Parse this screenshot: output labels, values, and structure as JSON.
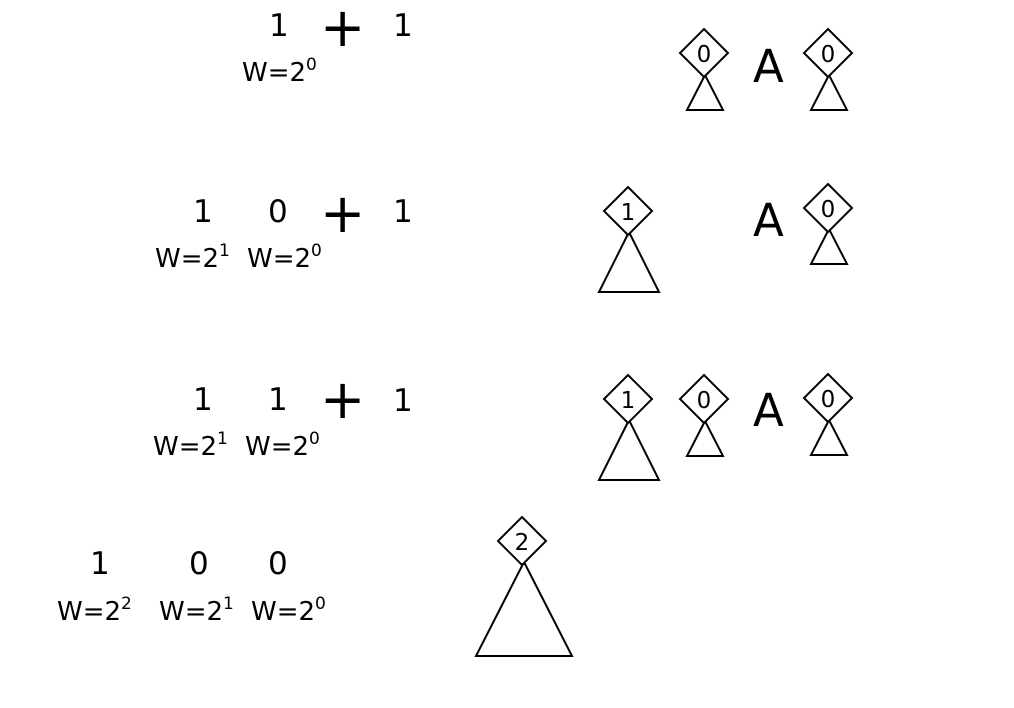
{
  "rows": [
    {
      "digits": [
        "1"
      ],
      "weights": [
        {
          "base": "W=2",
          "exp": "0"
        }
      ],
      "plus": "+",
      "addend": "1",
      "tree_ranks": [
        "0"
      ],
      "op": "A",
      "addend_tree_rank": "0"
    },
    {
      "digits": [
        "1",
        "0"
      ],
      "weights": [
        {
          "base": "W=2",
          "exp": "1"
        },
        {
          "base": "W=2",
          "exp": "0"
        }
      ],
      "plus": "+",
      "addend": "1",
      "tree_ranks": [
        "1"
      ],
      "op": "A",
      "addend_tree_rank": "0"
    },
    {
      "digits": [
        "1",
        "1"
      ],
      "weights": [
        {
          "base": "W=2",
          "exp": "1"
        },
        {
          "base": "W=2",
          "exp": "0"
        }
      ],
      "plus": "+",
      "addend": "1",
      "tree_ranks": [
        "1",
        "0"
      ],
      "op": "A",
      "addend_tree_rank": "0"
    },
    {
      "digits": [
        "1",
        "0",
        "0"
      ],
      "weights": [
        {
          "base": "W=2",
          "exp": "2"
        },
        {
          "base": "W=2",
          "exp": "1"
        },
        {
          "base": "W=2",
          "exp": "0"
        }
      ],
      "tree_ranks": [
        "2"
      ]
    }
  ]
}
